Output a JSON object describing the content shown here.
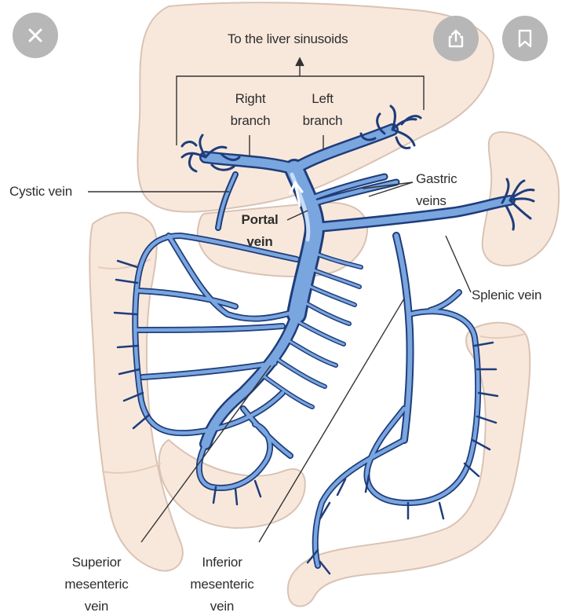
{
  "colors": {
    "background": "#ffffff",
    "tissue_fill": "#f8e8dc",
    "tissue_stroke": "#d9c3b4",
    "vein_fill": "#7aa6e0",
    "vein_stroke": "#1f3d7a",
    "vein_highlight": "#c8dcf6",
    "leader_line": "#333333",
    "overlay_button": "#b7b7b7",
    "overlay_icon": "#ffffff"
  },
  "overlay": {
    "close_icon": "close-icon",
    "share_icon": "share-icon",
    "bookmark_icon": "bookmark-icon"
  },
  "labels": {
    "sinusoids": "To the liver sinusoids",
    "right_branch_1": "Right",
    "right_branch_2": "branch",
    "left_branch_1": "Left",
    "left_branch_2": "branch",
    "cystic_vein": "Cystic vein",
    "gastric_veins_1": "Gastric",
    "gastric_veins_2": "veins",
    "portal_vein_1": "Portal",
    "portal_vein_2": "vein",
    "splenic_vein": "Splenic vein",
    "superior_1": "Superior",
    "superior_2": "mesenteric",
    "superior_3": "vein",
    "inferior_1": "Inferior",
    "inferior_2": "mesenteric",
    "inferior_3": "vein"
  }
}
